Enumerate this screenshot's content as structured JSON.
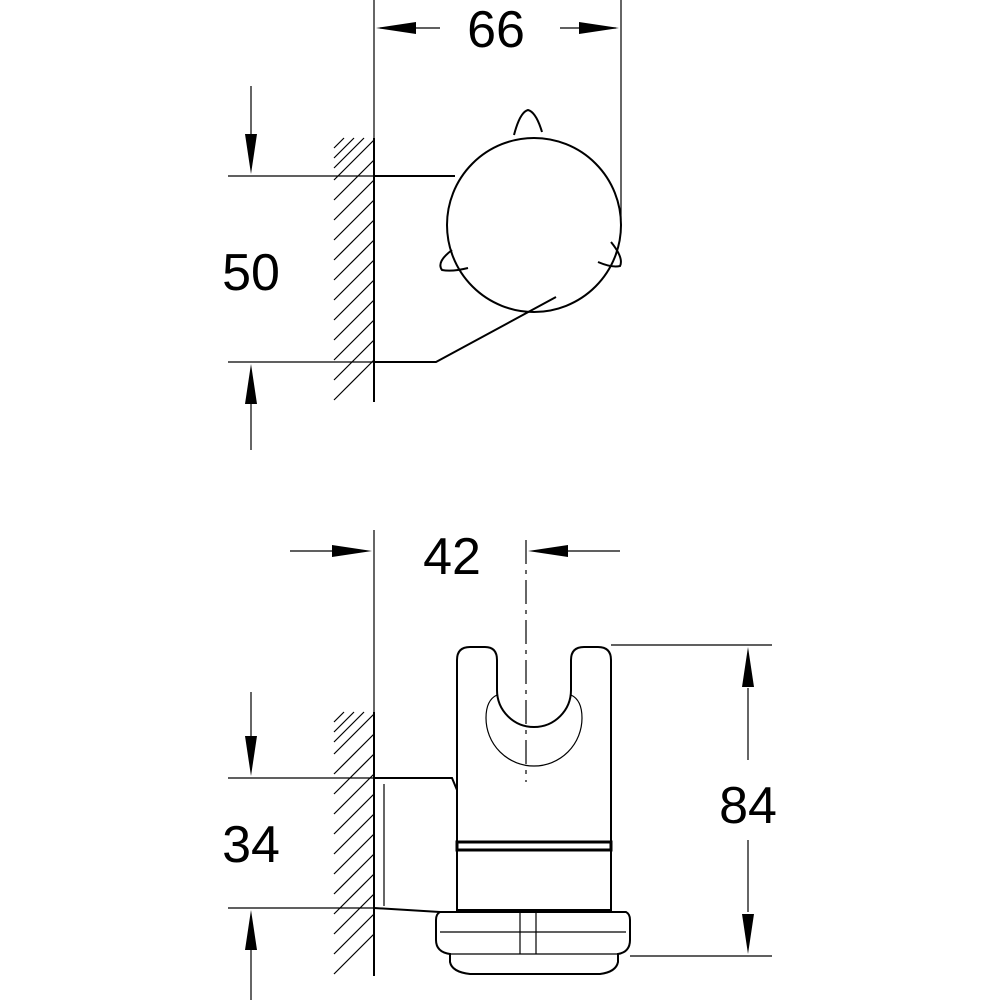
{
  "drawing": {
    "top_view": {
      "width_dimension": "66",
      "height_dimension": "50"
    },
    "front_view": {
      "offset_dimension": "42",
      "mount_dimension": "34",
      "height_dimension": "84"
    },
    "colors": {
      "line": "#000000",
      "background": "#ffffff"
    }
  }
}
